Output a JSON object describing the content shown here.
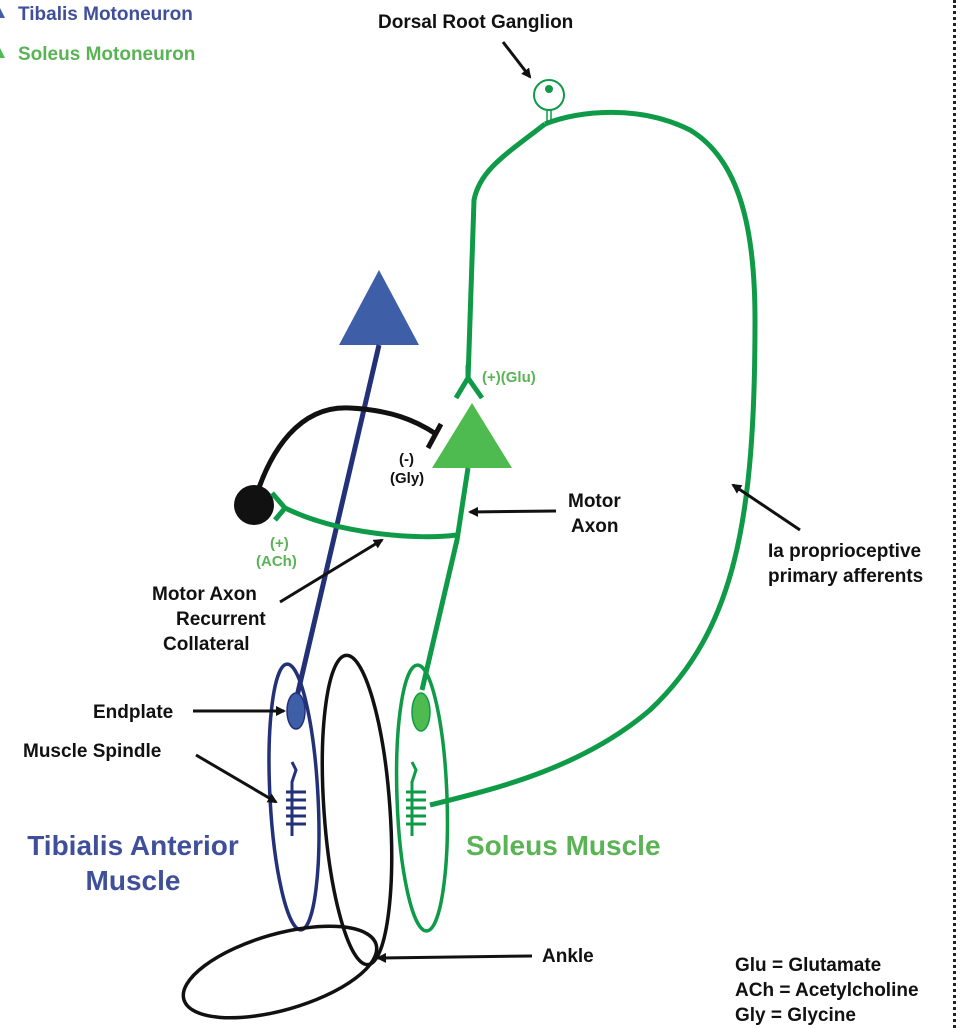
{
  "colors": {
    "tibialis": "#233178",
    "tibialis_fill": "#3e5ea8",
    "tibialis_text": "#3f4f9a",
    "soleus": "#0f9a48",
    "soleus_fill": "#4dbb4f",
    "soleus_text": "#5ab355",
    "black": "#111111"
  },
  "legend": {
    "tibialis": "Tibalis Motoneuron",
    "soleus": "Soleus Motoneuron"
  },
  "labels": {
    "dorsal_root_ganglion": "Dorsal Root Ganglion",
    "glu_synapse": "(+)(Glu)",
    "gly_sign": "(-)",
    "gly_name": "(Gly)",
    "ach_sign": "(+)",
    "ach_name": "(ACh)",
    "motor_axon_1": "Motor",
    "motor_axon_2": "Axon",
    "recurrent_1": "Motor Axon",
    "recurrent_2": "Recurrent",
    "recurrent_3": "Collateral",
    "ia_1": "Ia proprioceptive",
    "ia_2": "primary afferents",
    "endplate": "Endplate",
    "muscle_spindle": "Muscle Spindle",
    "tibialis_muscle_1": "Tibialis Anterior",
    "tibialis_muscle_2": "Muscle",
    "soleus_muscle": "Soleus Muscle",
    "ankle": "Ankle"
  },
  "abbreviations": [
    "Glu = Glutamate",
    "ACh = Acetylcholine",
    "Gly = Glycine"
  ]
}
